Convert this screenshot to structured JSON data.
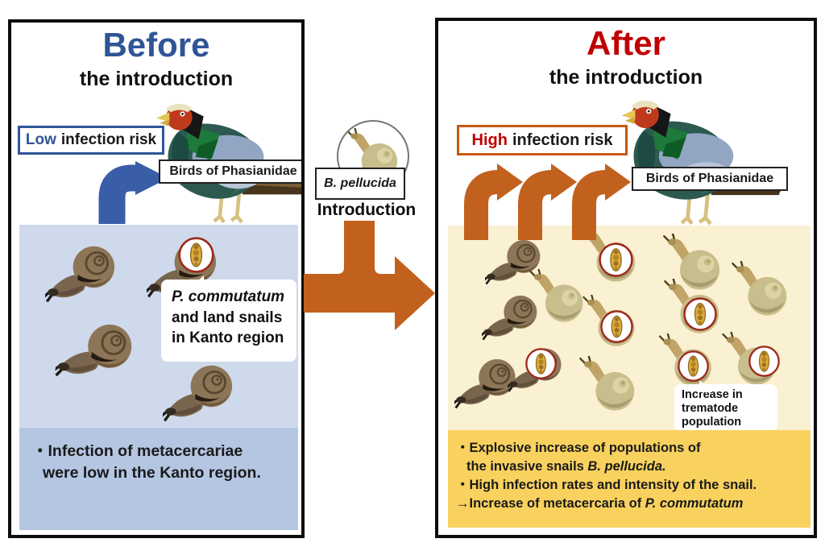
{
  "colors": {
    "before_accent": "#2f5597",
    "after_accent": "#c00000",
    "arrow_blue": "#3a5da8",
    "arrow_orange": "#c2611d",
    "high_box_border": "#c55a11",
    "before_habitat_bg": "#cfd9ec",
    "before_note_bg": "#b4c6e2",
    "after_habitat_bg": "#faf0d2",
    "after_note_bg": "#f8d15e"
  },
  "icons": {
    "pheasant_bird": "svg-pheasant",
    "dark_land_snail": "svg-snail-dark",
    "invasive_snail": "svg-snail-light",
    "trematode": "svg-worm-in-circle",
    "blue_arrow": "svg-elbow-arrow",
    "orange_arrow": "svg-elbow-arrow",
    "merge_arrow": "svg-merge-arrow"
  },
  "before": {
    "title": "Before",
    "subtitle": "the introduction",
    "risk_highlight": "Low",
    "risk_rest": "infection risk",
    "bird_label": "Birds of Phasianidae",
    "bubble": {
      "line1": "P. commutatum",
      "line2": "and land snails",
      "line3": "in Kanto region"
    },
    "note": {
      "line1": "・Infection of metacercariae",
      "line2": "were low in the Kanto region."
    }
  },
  "middle": {
    "species_label": "B. pellucida",
    "introduction_label": "Introduction"
  },
  "after": {
    "title": "After",
    "subtitle": "the introduction",
    "risk_highlight": "High",
    "risk_rest": "infection risk",
    "bird_label": "Birds of Phasianidae",
    "bubble": {
      "line1": "Increase in",
      "line2": "trematode",
      "line3": "population"
    },
    "note": {
      "line1": "・Explosive increase of populations of",
      "line2_plain": "the invasive snails ",
      "line2_italic": "B. pellucida.",
      "line3": "・High infection rates and intensity of the snail.",
      "line4_plain": "→Increase of metacercaria of ",
      "line4_italic": "P. commutatum"
    }
  }
}
